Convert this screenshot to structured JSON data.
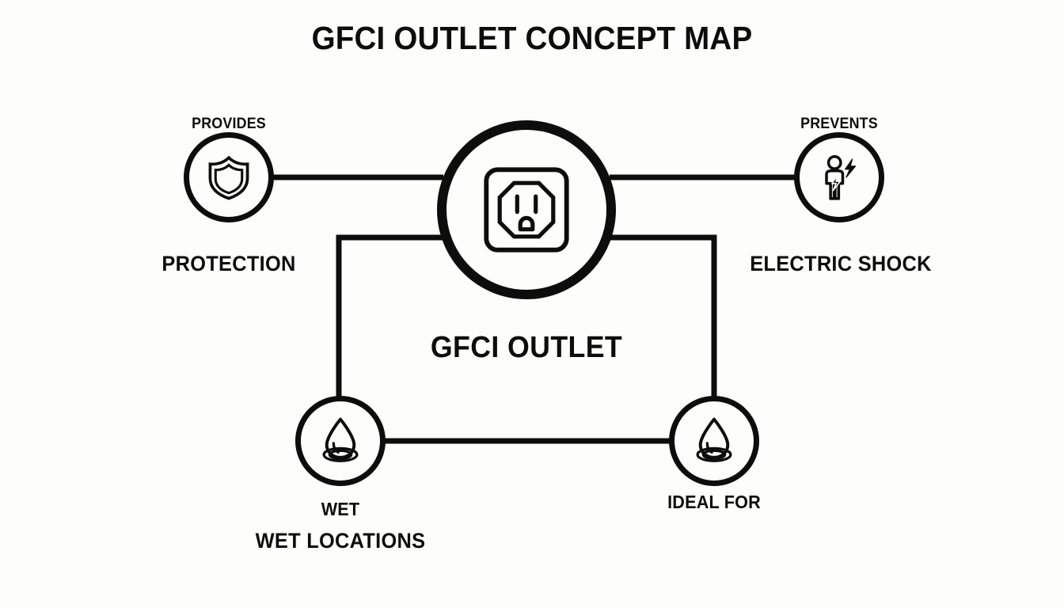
{
  "diagram": {
    "title": "GFCI OUTLET CONCEPT MAP",
    "style": {
      "background": "#fdfdfc",
      "ink": "#0d0d0d",
      "stroke_width_hub": 12,
      "stroke_width_node": 7,
      "stroke_width_edge": 7
    },
    "center": {
      "label": "GFCI OUTLET",
      "icon": "electrical-outlet-icon"
    },
    "nodes": [
      {
        "id": "protection",
        "relation": "PROVIDES",
        "label": "PROTECTION",
        "icon": "shield-icon",
        "position": "left"
      },
      {
        "id": "electric-shock",
        "relation": "PREVENTS",
        "label": "ELECTRIC SHOCK",
        "icon": "person-electric-shock-icon",
        "position": "right"
      },
      {
        "id": "wet-locations",
        "relation": "WET",
        "label": "WET LOCATIONS",
        "icon": "water-droplet-icon",
        "position": "bottom-left"
      },
      {
        "id": "ideal-for",
        "relation": "IDEAL FOR",
        "label": "",
        "icon": "water-droplet-icon",
        "position": "bottom-right"
      }
    ]
  }
}
